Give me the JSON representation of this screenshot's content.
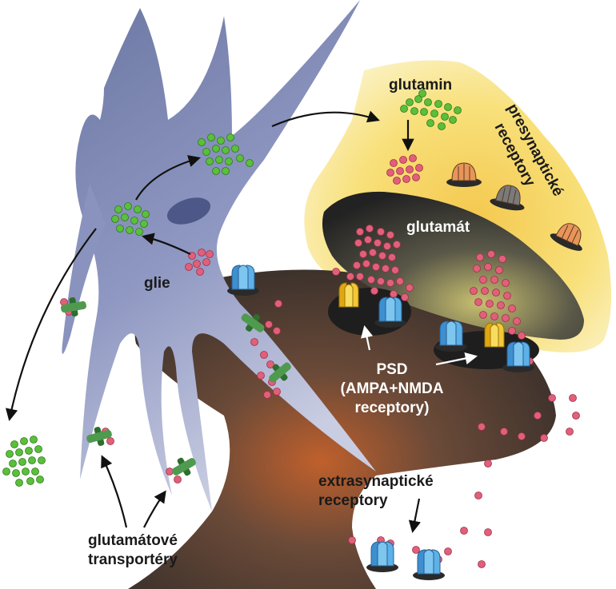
{
  "labels": {
    "glutamin": "glutamin",
    "presynapticke_line1": "presynaptické",
    "presynapticke_line2": "receptory",
    "glutamat": "glutamát",
    "glie": "glie",
    "psd_line1": "PSD",
    "psd_line2": "(AMPA+NMDA",
    "psd_line3": "receptory)",
    "extrasynapticke_line1": "extrasynaptické",
    "extrasynapticke_line2": "receptory",
    "transportery_line1": "glutamátové",
    "transportery_line2": "transportéry"
  },
  "colors": {
    "glia": "#8791b8",
    "postsynaptic": "#4a3a30",
    "postsynaptic_core": "#b35c2e",
    "presynaptic": "#f7e27a",
    "vesicle_cavity": "#2a2a2a",
    "glutamine_dot": "#5bbf3a",
    "glutamate_dot": "#e0607a",
    "ampa_receptor": "#4aa3dd",
    "nmda_receptor": "#f0c020",
    "metabotropic_orange": "#e8955a",
    "metabotropic_gray": "#777777",
    "transporter": "#3e8a3e"
  },
  "icons": [
    "ampa-receptor-icon",
    "nmda-receptor-icon",
    "metabotropic-receptor-icon",
    "glutamate-transporter-icon",
    "arrow-icon"
  ]
}
